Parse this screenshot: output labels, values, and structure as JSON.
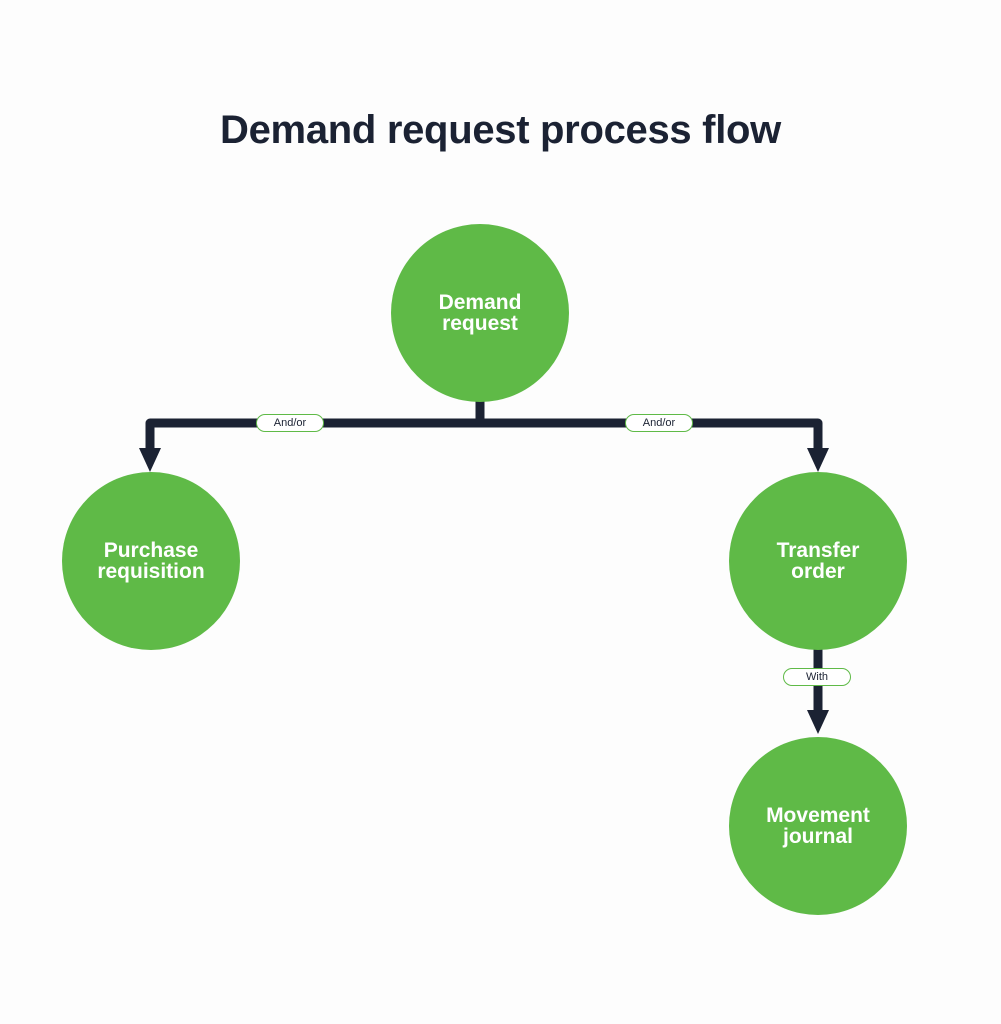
{
  "diagram": {
    "title": "Demand request process flow",
    "nodes": {
      "demand_request": "Demand\nrequest",
      "purchase_requisition": "Purchase\nrequisition",
      "transfer_order": "Transfer\norder",
      "movement_journal": "Movement\njournal"
    },
    "edges": {
      "left_label": "And/or",
      "right_label": "And/or",
      "down_label": "With"
    },
    "colors": {
      "node_fill": "#5fba47",
      "connector": "#1b2233",
      "title": "#1b2233"
    }
  }
}
